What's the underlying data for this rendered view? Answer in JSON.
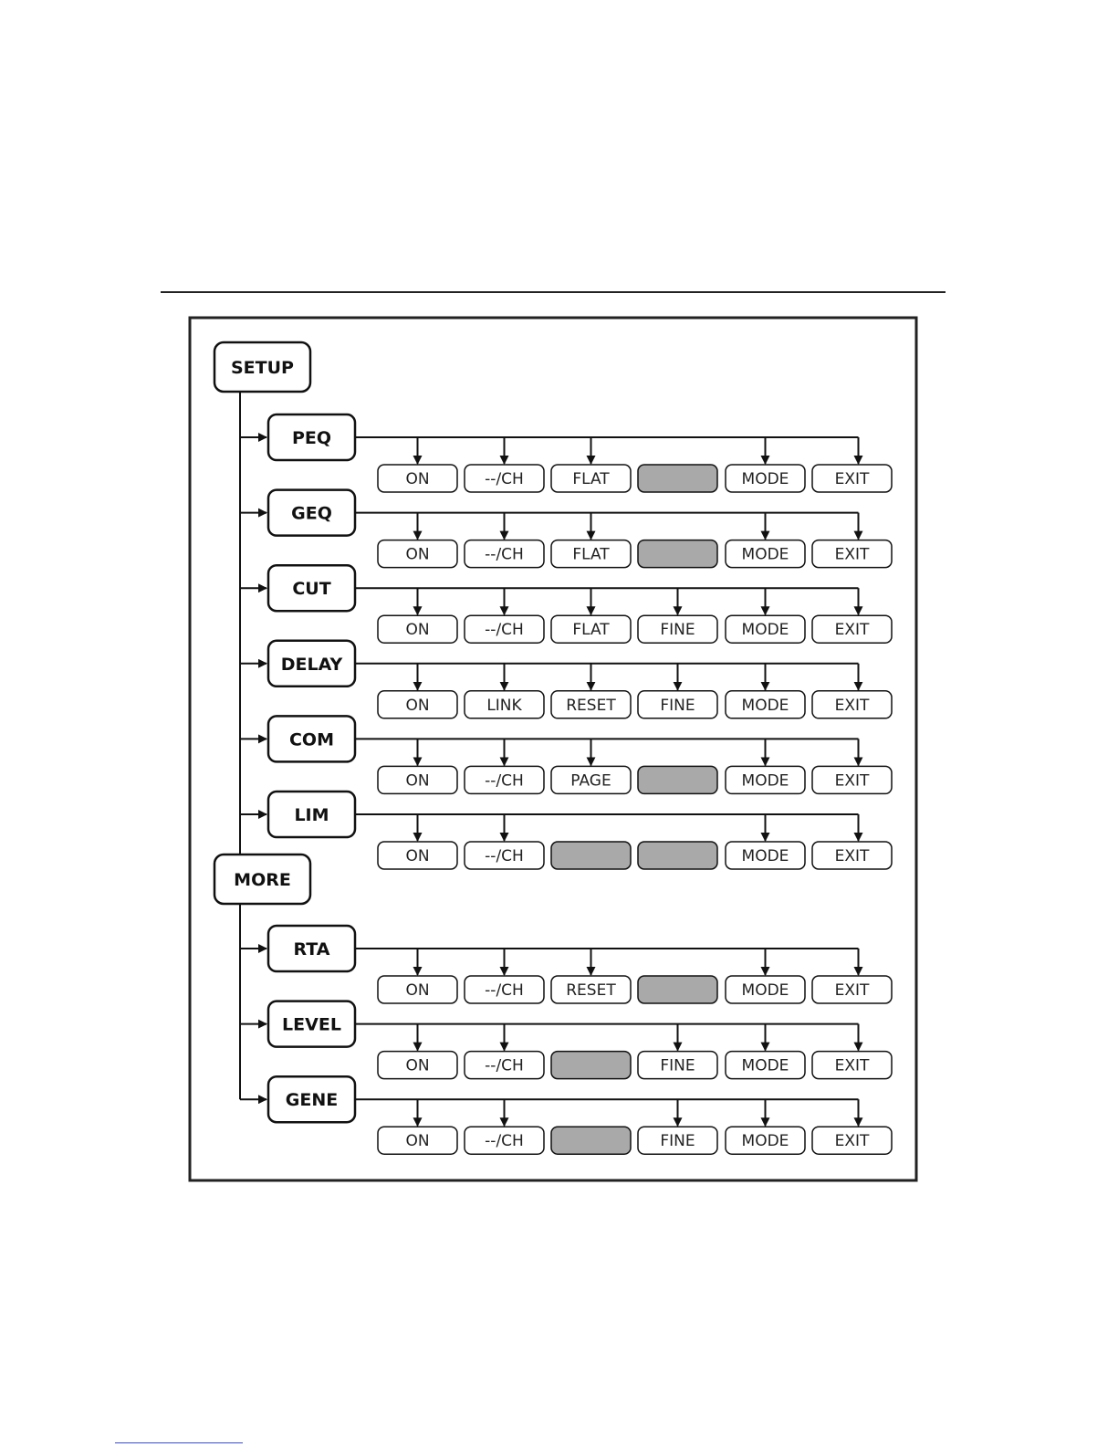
{
  "menus": [
    {
      "name": "SETUP",
      "children": [
        {
          "name": "PEQ",
          "keys": [
            "ON",
            "--/CH",
            "FLAT",
            "",
            "MODE",
            "EXIT"
          ]
        },
        {
          "name": "GEQ",
          "keys": [
            "ON",
            "--/CH",
            "FLAT",
            "",
            "MODE",
            "EXIT"
          ]
        },
        {
          "name": "CUT",
          "keys": [
            "ON",
            "--/CH",
            "FLAT",
            "FINE",
            "MODE",
            "EXIT"
          ]
        },
        {
          "name": "DELAY",
          "keys": [
            "ON",
            "LINK",
            "RESET",
            "FINE",
            "MODE",
            "EXIT"
          ]
        },
        {
          "name": "COM",
          "keys": [
            "ON",
            "--/CH",
            "PAGE",
            "",
            "MODE",
            "EXIT"
          ]
        },
        {
          "name": "LIM",
          "keys": [
            "ON",
            "--/CH",
            "",
            "",
            "MODE",
            "EXIT"
          ]
        }
      ]
    },
    {
      "name": "MORE",
      "children": [
        {
          "name": "RTA",
          "keys": [
            "ON",
            "--/CH",
            "RESET",
            "",
            "MODE",
            "EXIT"
          ]
        },
        {
          "name": "LEVEL",
          "keys": [
            "ON",
            "--/CH",
            "",
            "FINE",
            "MODE",
            "EXIT"
          ]
        },
        {
          "name": "GENE",
          "keys": [
            "ON",
            "--/CH",
            "",
            "FINE",
            "MODE",
            "EXIT"
          ]
        }
      ]
    }
  ],
  "colors": {
    "inactive_key": "#a9a9a9",
    "line": "#111111",
    "frame": "#222222"
  }
}
